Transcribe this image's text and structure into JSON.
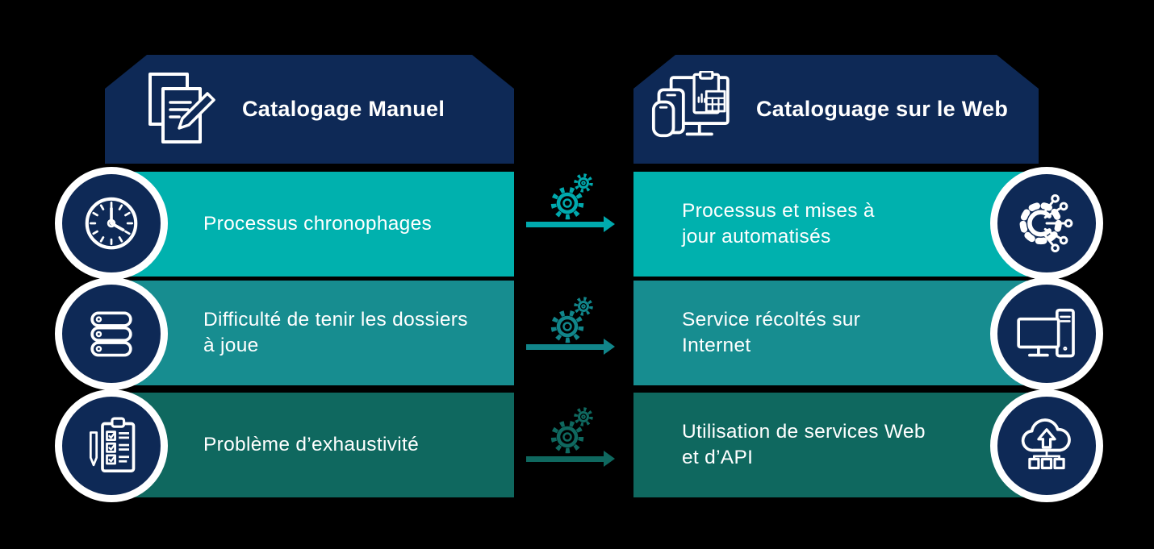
{
  "colors": {
    "background": "#000000",
    "navy": "#0E2956",
    "white": "#FFFFFF",
    "teal_light": "#00B1AE",
    "teal_medium": "#178D90",
    "teal_dark": "#0F685F"
  },
  "left_column": {
    "header": {
      "title": "Catalogage Manuel",
      "icon": "documents-pencil-icon"
    },
    "rows": [
      {
        "label": "Processus chronophages",
        "icon": "clock-icon",
        "color": "#00B1AE"
      },
      {
        "label": "Difficulté de tenir les dossiers\nà joue",
        "icon": "server-stack-icon",
        "color": "#178D90"
      },
      {
        "label": "Problème d’exhaustivité",
        "icon": "clipboard-checklist-icon",
        "color": "#0F685F"
      }
    ]
  },
  "right_column": {
    "header": {
      "title": "Cataloguage sur le Web",
      "icon": "devices-icon"
    },
    "rows": [
      {
        "label": "Processus et mises à\njour automatisés",
        "icon": "gear-circuit-icon",
        "color": "#00B1AE"
      },
      {
        "label": "Service récoltés sur Internet",
        "icon": "desktop-computer-icon",
        "color": "#178D90"
      },
      {
        "label": "Utilisation de services Web\net d’API",
        "icon": "cloud-upload-network-icon",
        "color": "#0F685F"
      }
    ]
  },
  "connectors": [
    {
      "icon": "gears-icon",
      "arrow": "arrow-right-icon",
      "color": "#00A9AD"
    },
    {
      "icon": "gears-icon",
      "arrow": "arrow-right-icon",
      "color": "#11858A"
    },
    {
      "icon": "gears-icon",
      "arrow": "arrow-right-icon",
      "color": "#0F685F"
    }
  ]
}
